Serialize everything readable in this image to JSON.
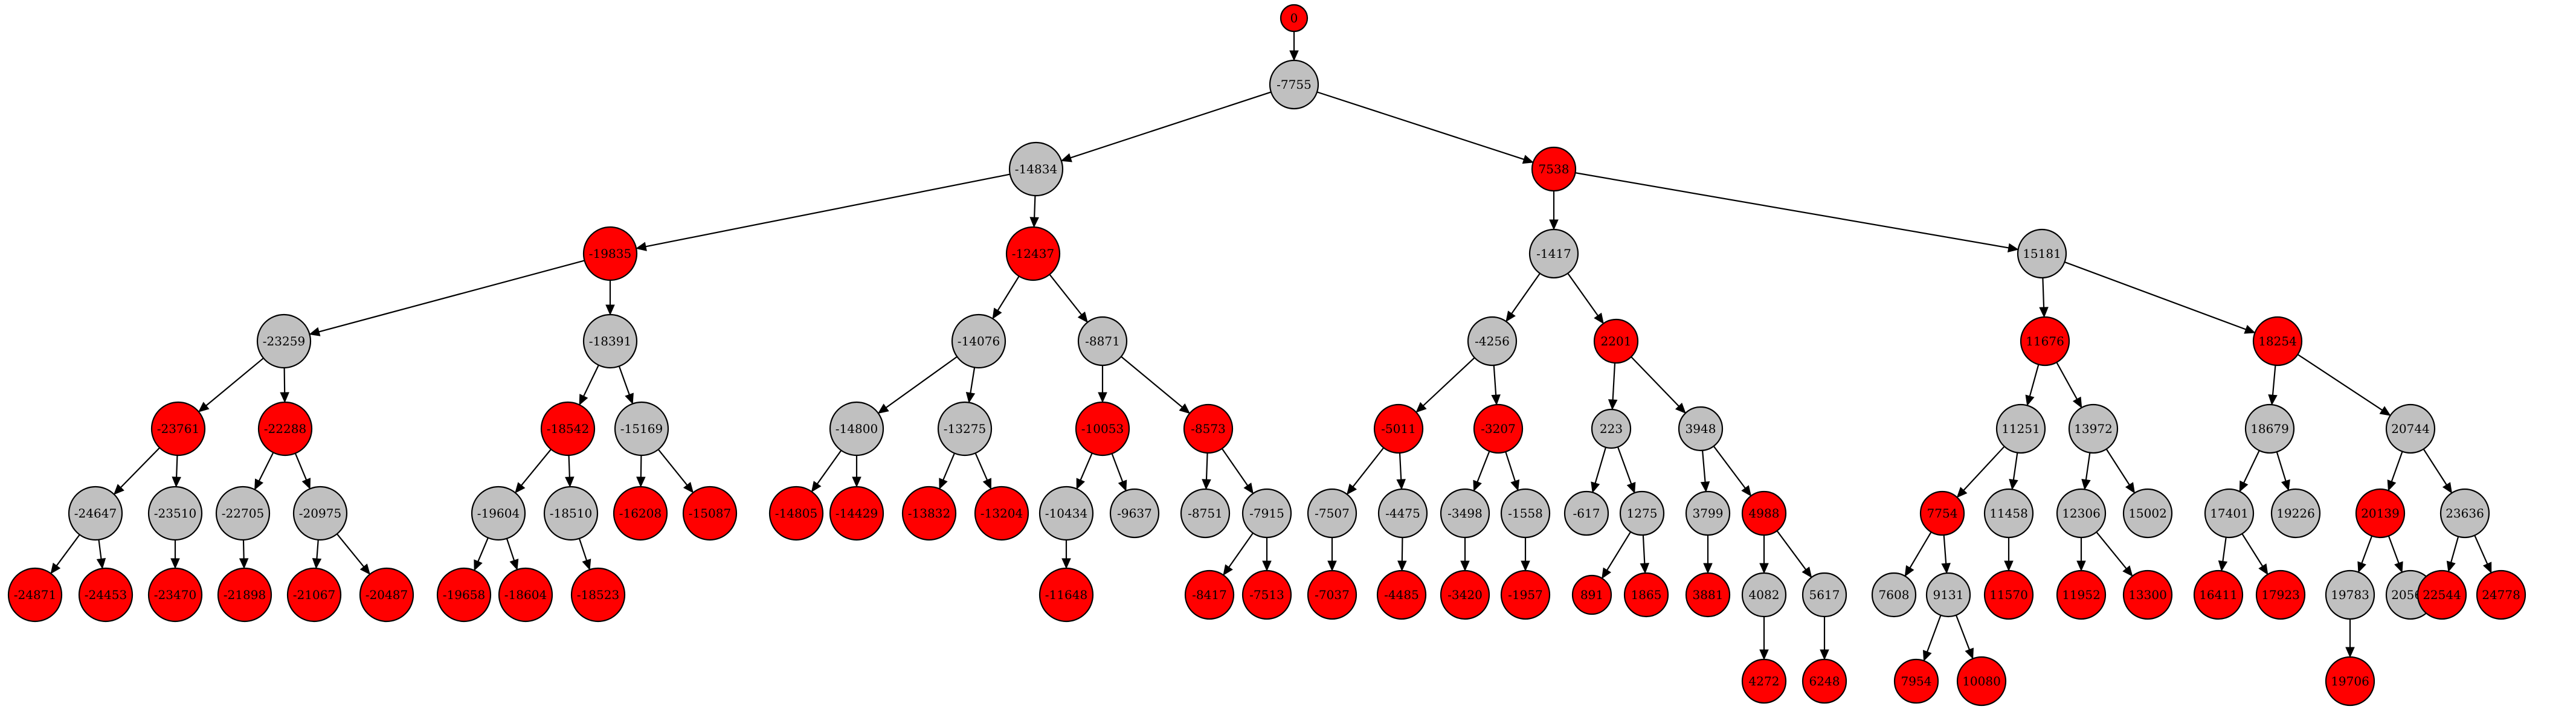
{
  "colors": {
    "red": "#ff0000",
    "gray": "#c0c0c0",
    "edge": "#000000"
  },
  "tree": [
    {
      "id": "n0",
      "label": "0",
      "color": "red",
      "children": [
        "n1"
      ]
    },
    {
      "id": "n1",
      "label": "-7755",
      "color": "gray",
      "children": [
        "n2",
        "n3"
      ]
    },
    {
      "id": "n2",
      "label": "-14834",
      "color": "gray",
      "children": [
        "n4",
        "n5"
      ]
    },
    {
      "id": "n3",
      "label": "7538",
      "color": "red",
      "children": [
        "n6",
        "n7"
      ]
    },
    {
      "id": "n4",
      "label": "-19835",
      "color": "red",
      "children": [
        "n8",
        "n9"
      ]
    },
    {
      "id": "n5",
      "label": "-12437",
      "color": "red",
      "children": [
        "n10",
        "n11"
      ]
    },
    {
      "id": "n6",
      "label": "-1417",
      "color": "gray",
      "children": [
        "n12",
        "n13"
      ]
    },
    {
      "id": "n7",
      "label": "15181",
      "color": "gray",
      "children": [
        "n14",
        "n15"
      ]
    },
    {
      "id": "n8",
      "label": "-23259",
      "color": "gray",
      "children": [
        "n16",
        "n17"
      ]
    },
    {
      "id": "n9",
      "label": "-18391",
      "color": "gray",
      "children": [
        "n18",
        "n19"
      ]
    },
    {
      "id": "n10",
      "label": "-14076",
      "color": "gray",
      "children": [
        "n20",
        "n21"
      ]
    },
    {
      "id": "n11",
      "label": "-8871",
      "color": "gray",
      "children": [
        "n22",
        "n23"
      ]
    },
    {
      "id": "n12",
      "label": "-4256",
      "color": "gray",
      "children": [
        "n24",
        "n25"
      ]
    },
    {
      "id": "n13",
      "label": "2201",
      "color": "red",
      "children": [
        "n26",
        "n27"
      ]
    },
    {
      "id": "n14",
      "label": "11676",
      "color": "red",
      "children": [
        "n28",
        "n29"
      ]
    },
    {
      "id": "n15",
      "label": "18254",
      "color": "red",
      "children": [
        "n30",
        "n31"
      ]
    },
    {
      "id": "n16",
      "label": "-23761",
      "color": "red",
      "children": [
        "n32",
        "n33"
      ]
    },
    {
      "id": "n17",
      "label": "-22288",
      "color": "red",
      "children": [
        "n34",
        "n35"
      ]
    },
    {
      "id": "n18",
      "label": "-18542",
      "color": "red",
      "children": [
        "n36",
        "n37"
      ]
    },
    {
      "id": "n19",
      "label": "-15169",
      "color": "gray",
      "children": [
        "n38",
        "n39"
      ]
    },
    {
      "id": "n20",
      "label": "-14800",
      "color": "gray",
      "children": [
        "n40",
        "n41"
      ]
    },
    {
      "id": "n21",
      "label": "-13275",
      "color": "gray",
      "children": [
        "n42",
        "n43"
      ]
    },
    {
      "id": "n22",
      "label": "-10053",
      "color": "red",
      "children": [
        "n44",
        "n45"
      ]
    },
    {
      "id": "n23",
      "label": "-8573",
      "color": "red",
      "children": [
        "n46",
        "n47"
      ]
    },
    {
      "id": "n24",
      "label": "-5011",
      "color": "red",
      "children": [
        "n48",
        "n49"
      ]
    },
    {
      "id": "n25",
      "label": "-3207",
      "color": "red",
      "children": [
        "n50",
        "n51"
      ]
    },
    {
      "id": "n26",
      "label": "223",
      "color": "gray",
      "children": [
        "n52",
        "n53"
      ]
    },
    {
      "id": "n27",
      "label": "3948",
      "color": "gray",
      "children": [
        "n54",
        "n55"
      ]
    },
    {
      "id": "n28",
      "label": "11251",
      "color": "gray",
      "children": [
        "n56",
        "n57"
      ]
    },
    {
      "id": "n29",
      "label": "13972",
      "color": "gray",
      "children": [
        "n58",
        "n59"
      ]
    },
    {
      "id": "n30",
      "label": "18679",
      "color": "gray",
      "children": [
        "n60",
        "n61"
      ]
    },
    {
      "id": "n31",
      "label": "20744",
      "color": "gray",
      "children": [
        "n62",
        "n63"
      ]
    },
    {
      "id": "n32",
      "label": "-24647",
      "color": "gray",
      "children": [
        "n64",
        "n65"
      ]
    },
    {
      "id": "n33",
      "label": "-23510",
      "color": "gray",
      "children": [
        "n66"
      ]
    },
    {
      "id": "n34",
      "label": "-22705",
      "color": "gray",
      "children": [
        "n67"
      ]
    },
    {
      "id": "n35",
      "label": "-20975",
      "color": "gray",
      "children": [
        "n68",
        "n69"
      ]
    },
    {
      "id": "n36",
      "label": "-19604",
      "color": "gray",
      "children": [
        "n70",
        "n71"
      ]
    },
    {
      "id": "n37",
      "label": "-18510",
      "color": "gray",
      "children": [
        "n72"
      ]
    },
    {
      "id": "n38",
      "label": "-16208",
      "color": "red",
      "children": []
    },
    {
      "id": "n39",
      "label": "-15087",
      "color": "red",
      "children": []
    },
    {
      "id": "n40",
      "label": "-14805",
      "color": "red",
      "children": []
    },
    {
      "id": "n41",
      "label": "-14429",
      "color": "red",
      "children": []
    },
    {
      "id": "n42",
      "label": "-13832",
      "color": "red",
      "children": []
    },
    {
      "id": "n43",
      "label": "-13204",
      "color": "red",
      "children": []
    },
    {
      "id": "n44",
      "label": "-10434",
      "color": "gray",
      "children": [
        "n73"
      ]
    },
    {
      "id": "n45",
      "label": "-9637",
      "color": "gray",
      "children": []
    },
    {
      "id": "n46",
      "label": "-8751",
      "color": "gray",
      "children": []
    },
    {
      "id": "n47",
      "label": "-7915",
      "color": "gray",
      "children": [
        "n74",
        "n75"
      ]
    },
    {
      "id": "n48",
      "label": "-7507",
      "color": "gray",
      "children": [
        "n76"
      ]
    },
    {
      "id": "n49",
      "label": "-4475",
      "color": "gray",
      "children": [
        "n77"
      ]
    },
    {
      "id": "n50",
      "label": "-3498",
      "color": "gray",
      "children": [
        "n78"
      ]
    },
    {
      "id": "n51",
      "label": "-1558",
      "color": "gray",
      "children": [
        "n79"
      ]
    },
    {
      "id": "n52",
      "label": "-617",
      "color": "gray",
      "children": []
    },
    {
      "id": "n53",
      "label": "1275",
      "color": "gray",
      "children": [
        "n80",
        "n81"
      ]
    },
    {
      "id": "n54",
      "label": "3799",
      "color": "gray",
      "children": [
        "n82"
      ]
    },
    {
      "id": "n55",
      "label": "4988",
      "color": "red",
      "children": [
        "n83",
        "n84"
      ]
    },
    {
      "id": "n56",
      "label": "7754",
      "color": "red",
      "children": [
        "n85",
        "n86"
      ]
    },
    {
      "id": "n57",
      "label": "11458",
      "color": "gray",
      "children": [
        "n87"
      ]
    },
    {
      "id": "n58",
      "label": "12306",
      "color": "gray",
      "children": [
        "n88",
        "n89"
      ]
    },
    {
      "id": "n59",
      "label": "15002",
      "color": "gray",
      "children": []
    },
    {
      "id": "n60",
      "label": "17401",
      "color": "gray",
      "children": [
        "n90",
        "n91"
      ]
    },
    {
      "id": "n61",
      "label": "19226",
      "color": "gray",
      "children": []
    },
    {
      "id": "n62",
      "label": "20139",
      "color": "red",
      "children": [
        "n92",
        "n93"
      ]
    },
    {
      "id": "n63",
      "label": "23636",
      "color": "gray",
      "children": [
        "n94",
        "n95"
      ]
    },
    {
      "id": "n64",
      "label": "-24871",
      "color": "red",
      "children": []
    },
    {
      "id": "n65",
      "label": "-24453",
      "color": "red",
      "children": []
    },
    {
      "id": "n66",
      "label": "-23470",
      "color": "red",
      "children": []
    },
    {
      "id": "n67",
      "label": "-21898",
      "color": "red",
      "children": []
    },
    {
      "id": "n68",
      "label": "-21067",
      "color": "red",
      "children": []
    },
    {
      "id": "n69",
      "label": "-20487",
      "color": "red",
      "children": []
    },
    {
      "id": "n70",
      "label": "-19658",
      "color": "red",
      "children": []
    },
    {
      "id": "n71",
      "label": "-18604",
      "color": "red",
      "children": []
    },
    {
      "id": "n72",
      "label": "-18523",
      "color": "red",
      "children": []
    },
    {
      "id": "n73",
      "label": "-11648",
      "color": "red",
      "children": []
    },
    {
      "id": "n74",
      "label": "-8417",
      "color": "red",
      "children": []
    },
    {
      "id": "n75",
      "label": "-7513",
      "color": "red",
      "children": []
    },
    {
      "id": "n76",
      "label": "-7037",
      "color": "red",
      "children": []
    },
    {
      "id": "n77",
      "label": "-4485",
      "color": "red",
      "children": []
    },
    {
      "id": "n78",
      "label": "-3420",
      "color": "red",
      "children": []
    },
    {
      "id": "n79",
      "label": "-1957",
      "color": "red",
      "children": []
    },
    {
      "id": "n80",
      "label": "891",
      "color": "red",
      "children": []
    },
    {
      "id": "n81",
      "label": "1865",
      "color": "red",
      "children": []
    },
    {
      "id": "n82",
      "label": "3881",
      "color": "red",
      "children": []
    },
    {
      "id": "n83",
      "label": "4082",
      "color": "gray",
      "children": [
        "n96"
      ]
    },
    {
      "id": "n84",
      "label": "5617",
      "color": "gray",
      "children": [
        "n97"
      ]
    },
    {
      "id": "n85",
      "label": "7608",
      "color": "gray",
      "children": []
    },
    {
      "id": "n86",
      "label": "9131",
      "color": "gray",
      "children": [
        "n98",
        "n99"
      ]
    },
    {
      "id": "n87",
      "label": "11570",
      "color": "red",
      "children": []
    },
    {
      "id": "n88",
      "label": "11952",
      "color": "red",
      "children": []
    },
    {
      "id": "n89",
      "label": "13300",
      "color": "red",
      "children": []
    },
    {
      "id": "n90",
      "label": "16411",
      "color": "red",
      "children": []
    },
    {
      "id": "n91",
      "label": "17923",
      "color": "red",
      "children": []
    },
    {
      "id": "n92",
      "label": "19783",
      "color": "gray",
      "children": [
        "n100"
      ]
    },
    {
      "id": "n93",
      "label": "20565",
      "color": "gray",
      "children": []
    },
    {
      "id": "n94",
      "label": "22544",
      "color": "red",
      "children": []
    },
    {
      "id": "n95",
      "label": "24778",
      "color": "red",
      "children": []
    },
    {
      "id": "n96",
      "label": "4272",
      "color": "red",
      "children": []
    },
    {
      "id": "n97",
      "label": "6248",
      "color": "red",
      "children": []
    },
    {
      "id": "n98",
      "label": "7954",
      "color": "red",
      "children": []
    },
    {
      "id": "n99",
      "label": "10080",
      "color": "red",
      "children": []
    },
    {
      "id": "n100",
      "label": "19706",
      "color": "red",
      "children": []
    }
  ]
}
